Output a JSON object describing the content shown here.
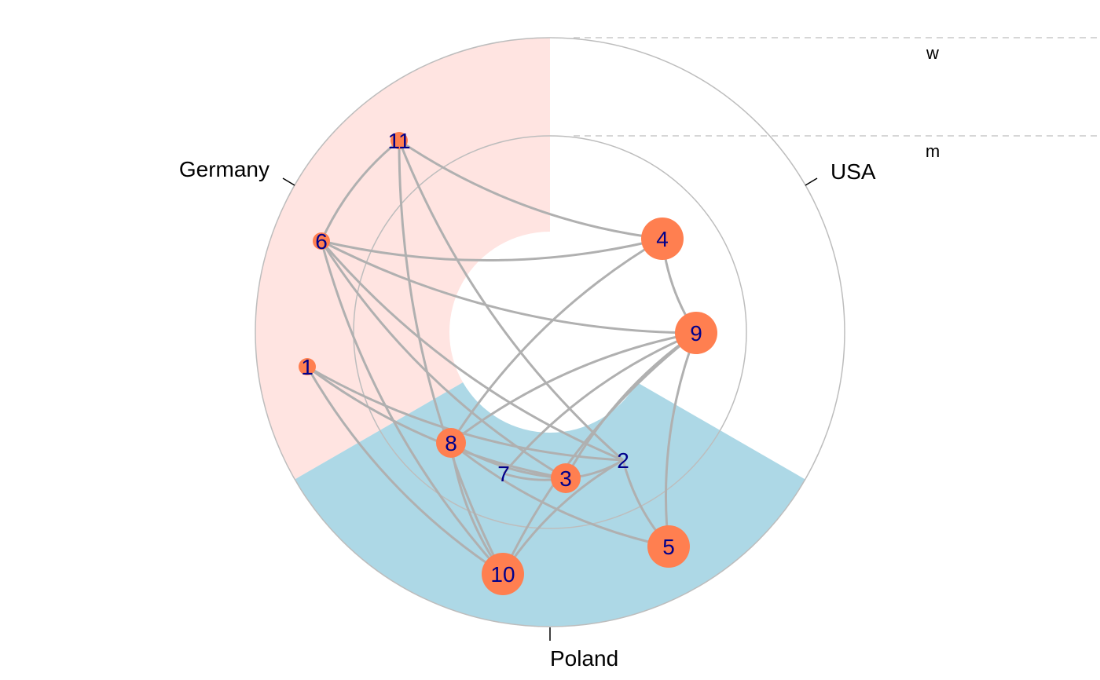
{
  "sectors": [
    {
      "name": "Germany",
      "color": "#ffe4e1"
    },
    {
      "name": "USA",
      "color": "#ffffff"
    },
    {
      "name": "Poland",
      "color": "#add8e6"
    }
  ],
  "rings": [
    {
      "label": "w"
    },
    {
      "label": "m"
    }
  ],
  "node_color": "#ff7f50",
  "label_color": "#00008b",
  "edge_color": "#b0b0b0",
  "nodes": [
    {
      "id": "1",
      "sector": "Germany",
      "size": "small"
    },
    {
      "id": "2",
      "sector": "Poland",
      "size": "none"
    },
    {
      "id": "3",
      "sector": "Poland",
      "size": "medium"
    },
    {
      "id": "4",
      "sector": "USA",
      "size": "large"
    },
    {
      "id": "5",
      "sector": "Poland",
      "size": "large"
    },
    {
      "id": "6",
      "sector": "Germany",
      "size": "small"
    },
    {
      "id": "7",
      "sector": "Poland",
      "size": "none"
    },
    {
      "id": "8",
      "sector": "Poland",
      "size": "medium"
    },
    {
      "id": "9",
      "sector": "USA",
      "size": "large"
    },
    {
      "id": "10",
      "sector": "Poland",
      "size": "large"
    },
    {
      "id": "11",
      "sector": "Germany",
      "size": "small"
    }
  ],
  "edges": [
    [
      "11",
      "6"
    ],
    [
      "11",
      "4"
    ],
    [
      "11",
      "10"
    ],
    [
      "11",
      "2"
    ],
    [
      "6",
      "4"
    ],
    [
      "6",
      "9"
    ],
    [
      "6",
      "10"
    ],
    [
      "6",
      "2"
    ],
    [
      "6",
      "3"
    ],
    [
      "1",
      "10"
    ],
    [
      "1",
      "2"
    ],
    [
      "1",
      "3"
    ],
    [
      "4",
      "9"
    ],
    [
      "4",
      "8"
    ],
    [
      "9",
      "8"
    ],
    [
      "9",
      "7"
    ],
    [
      "9",
      "3"
    ],
    [
      "9",
      "5"
    ],
    [
      "9",
      "10"
    ],
    [
      "8",
      "3"
    ],
    [
      "8",
      "5"
    ],
    [
      "8",
      "10"
    ],
    [
      "7",
      "3"
    ],
    [
      "3",
      "2"
    ],
    [
      "2",
      "5"
    ],
    [
      "2",
      "10"
    ]
  ]
}
